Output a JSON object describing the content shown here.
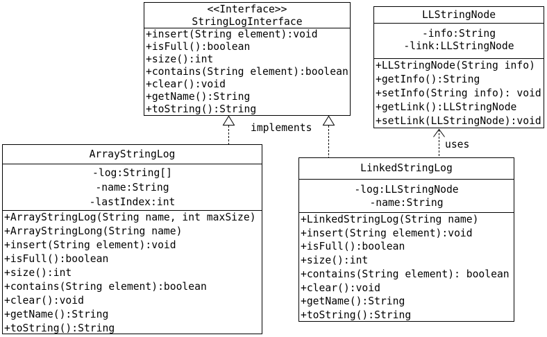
{
  "diagram": {
    "title": "StringLog UML class diagram",
    "colors": {
      "line": "#000000",
      "background": "#ffffff",
      "text": "#000000"
    },
    "classes": [
      {
        "id": "string-log-interface",
        "stereotype": "<<Interface>>",
        "name": "StringLogInterface",
        "attributes": [],
        "methods": [
          "+insert(String element):void",
          "+isFull():boolean",
          "+size():int",
          "+contains(String element):boolean",
          "+clear():void",
          "+getName():String",
          "+toString():String"
        ]
      },
      {
        "id": "ll-string-node",
        "stereotype": "",
        "name": "LLStringNode",
        "attributes": [
          "-info:String",
          "-link:LLStringNode"
        ],
        "methods": [
          "+LLStringNode(String info)",
          "+getInfo():String",
          "+setInfo(String info): void",
          "+getLink():LLStringNode",
          "+setLink(LLStringNode):void"
        ]
      },
      {
        "id": "array-string-log",
        "stereotype": "",
        "name": "ArrayStringLog",
        "attributes": [
          "-log:String[]",
          "-name:String",
          "-lastIndex:int"
        ],
        "methods": [
          "+ArrayStringLog(String name, int maxSize)",
          "+ArrayStringLong(String name)",
          "+insert(String element):void",
          "+isFull():boolean",
          "+size():int",
          "+contains(String element):boolean",
          "+clear():void",
          "+getName():String",
          "+toString():String"
        ]
      },
      {
        "id": "linked-string-log",
        "stereotype": "",
        "name": "LinkedStringLog",
        "attributes": [
          "-log:LLStringNode",
          "-name:String"
        ],
        "methods": [
          "+LinkedStringLog(String name)",
          "+insert(String element):void",
          "+isFull():boolean",
          "+size():int",
          "+contains(String element): boolean",
          "+clear():void",
          "+getName():String",
          "+toString():String"
        ]
      }
    ],
    "relationships": [
      {
        "type": "realization",
        "from": "ArrayStringLog",
        "to": "StringLogInterface",
        "label": "implements"
      },
      {
        "type": "realization",
        "from": "LinkedStringLog",
        "to": "StringLogInterface",
        "label": "implements"
      },
      {
        "type": "dependency",
        "from": "LinkedStringLog",
        "to": "LLStringNode",
        "label": "uses"
      }
    ],
    "labels": {
      "implements": "implements",
      "uses": "uses"
    }
  }
}
